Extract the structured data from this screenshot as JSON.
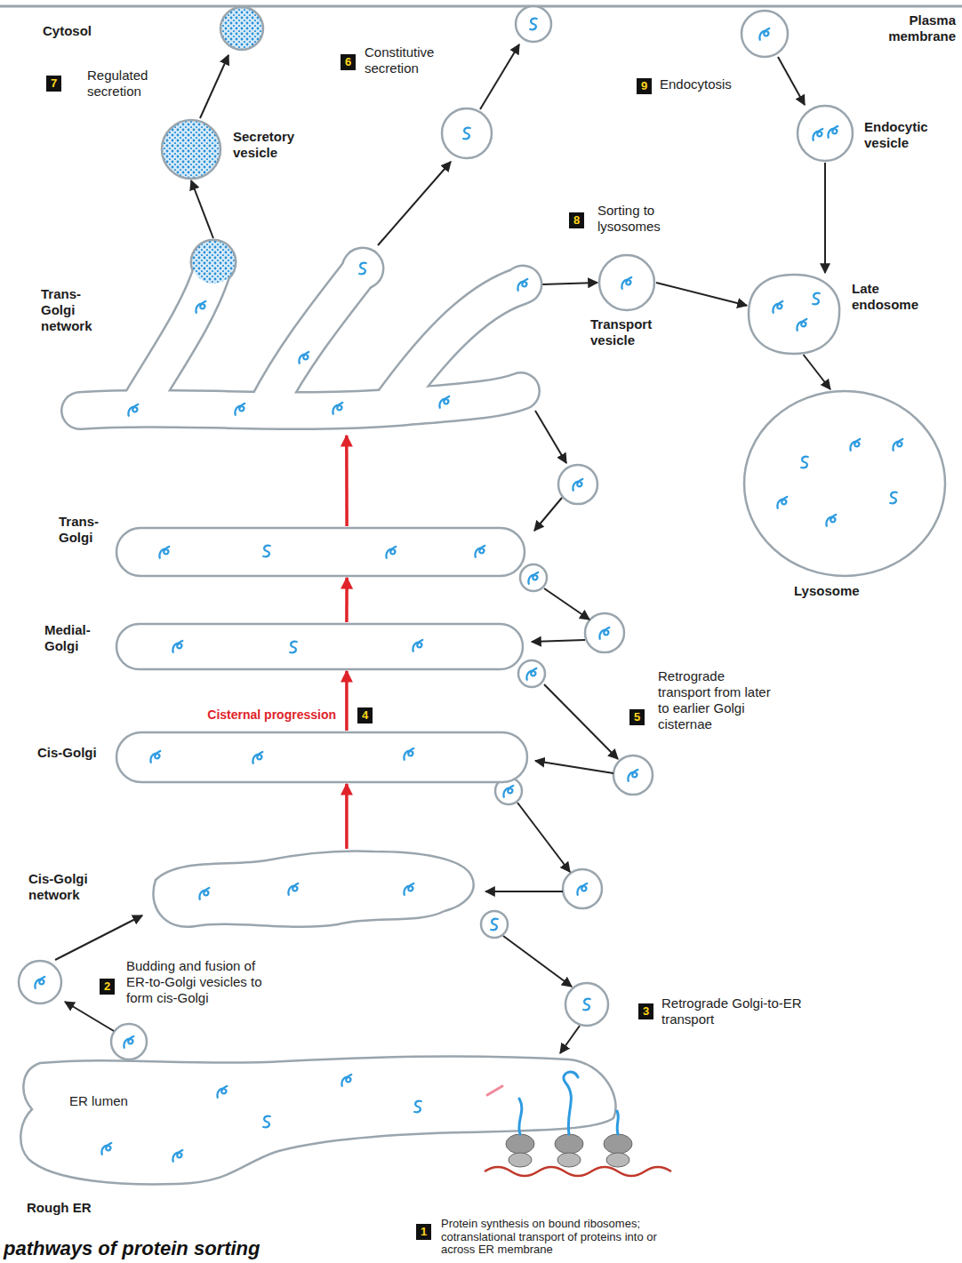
{
  "diagram": {
    "caption": "pathways of protein sorting",
    "nodes": [
      {
        "text": [
          "Secretory vesicle"
        ]
      },
      {
        "text": [
          "Endocytic vesicle"
        ]
      },
      {
        "text": [
          "Trans-Golgi network"
        ]
      },
      {
        "text": [
          "Transport vesicle"
        ]
      },
      {
        "text": [
          "Late endosome"
        ]
      },
      {
        "text": [
          "Trans-Golgi"
        ]
      },
      {
        "text": [
          "Lysosome"
        ]
      },
      {
        "text": [
          "Medial-Golgi"
        ]
      },
      {
        "text": [
          "Cis-Golgi"
        ]
      },
      {
        "text": [
          "Cis-Golgi network"
        ]
      },
      {
        "text": [
          "ER lumen",
          "Rough ER"
        ]
      }
    ],
    "edges": [
      {
        "from": 2,
        "to": 0,
        "arrow": "to"
      },
      {
        "from": 2,
        "to": 3,
        "arrow": "to"
      },
      {
        "from": 3,
        "to": 4,
        "arrow": "to"
      },
      {
        "from": 1,
        "to": 4,
        "arrow": "to"
      },
      {
        "from": 4,
        "to": 6,
        "arrow": "to"
      },
      {
        "from": 9,
        "to": 8,
        "arrow": "to"
      },
      {
        "from": 8,
        "to": 7,
        "arrow": "to"
      },
      {
        "from": 7,
        "to": 5,
        "arrow": "to"
      },
      {
        "from": 5,
        "to": 2,
        "arrow": "to"
      }
    ],
    "labels": [
      "Cytosol",
      "Plasma membrane",
      "7",
      "Regulated secretion",
      "6",
      "Constitutive secretion",
      "9",
      "Endocytosis",
      "8",
      "Sorting to lysosomes",
      "Cisternal progression",
      "4",
      "5",
      "Retrograde transport from later to earlier Golgi cisternae",
      "2",
      "Budding and fusion of ER-to-Golgi vesicles to form cis-Golgi",
      "3",
      "Retrograde Golgi-to-ER transport",
      "1",
      "Protein synthesis on bound ribosomes; cotranslational transport of proteins into or across ER membrane"
    ]
  }
}
